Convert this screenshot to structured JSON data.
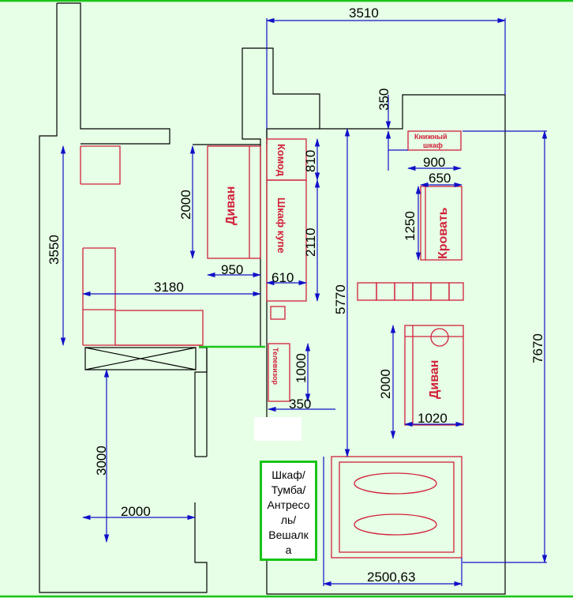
{
  "dimensions": {
    "top_width": "3510",
    "niche_350": "350",
    "bookshelf_width": "900",
    "bed_width": "650",
    "bed_length": "1250",
    "left_height": "3550",
    "left_width": "3180",
    "sofa1_length": "2000",
    "sofa1_width": "950",
    "dresser": "810",
    "wardrobe_length": "2110",
    "wardrobe_width": "610",
    "room_depth": "5770",
    "total_depth": "7670",
    "tv_length": "1000",
    "tv_width": "350",
    "sofa2_length": "2000",
    "sofa2_width": "1020",
    "corridor_length": "3000",
    "corridor_width": "2000",
    "bathroom_width": "2500,63"
  },
  "labels": {
    "bookshelf_line1": "Книжный",
    "bookshelf_line2": "шкаф",
    "dresser": "Комод",
    "wardrobe": "Шкаф купе",
    "sofa1": "Диван",
    "bed": "Кровать",
    "sofa2": "Диван",
    "tv": "Телевизор"
  },
  "storage_note": {
    "lines": [
      "Шкаф/",
      "Тумба/",
      "Антресо",
      "ль/",
      "Вешалк",
      "а"
    ]
  },
  "colors": {
    "background": "#e6ffe6",
    "walls": "#000000",
    "furniture": "#d2203a",
    "dimension_lines": "#1010c8",
    "highlight": "#19c419"
  }
}
